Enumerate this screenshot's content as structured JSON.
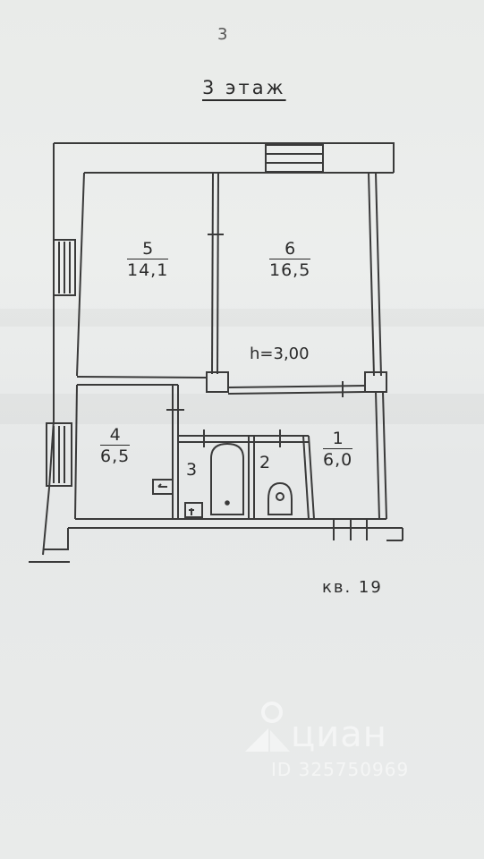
{
  "header": {
    "floor_title": "3 этаж",
    "scribble": "3"
  },
  "rooms": [
    {
      "number": "5",
      "area": "14,1"
    },
    {
      "number": "6",
      "area": "16,5"
    },
    {
      "number": "4",
      "area": "6,5"
    },
    {
      "number": "1",
      "area": "6,0"
    },
    {
      "number": "3"
    },
    {
      "number": "2"
    }
  ],
  "ceiling_height": "h=3,00",
  "apartment_label": "кв. 19",
  "watermark": {
    "brand": "циан",
    "id": "ID 325750969",
    "icon": "location-pin-house-icon"
  },
  "colors": {
    "line": "#3a3a3a",
    "paper": "#e9ebea",
    "watermark": "#ffffff"
  }
}
